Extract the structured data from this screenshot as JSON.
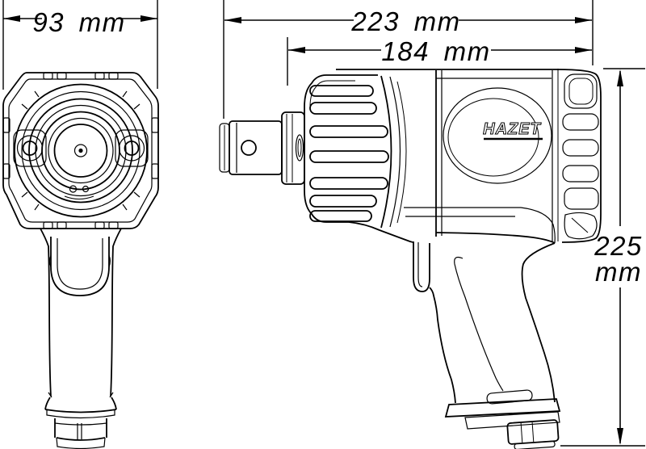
{
  "brand": "HAZET",
  "dimensions": {
    "front_width": "93 mm",
    "total_length": "223 mm",
    "partial_length": "184 mm",
    "height_value": "225",
    "height_unit": "mm"
  },
  "colors": {
    "line": "#000000",
    "background": "#ffffff"
  }
}
